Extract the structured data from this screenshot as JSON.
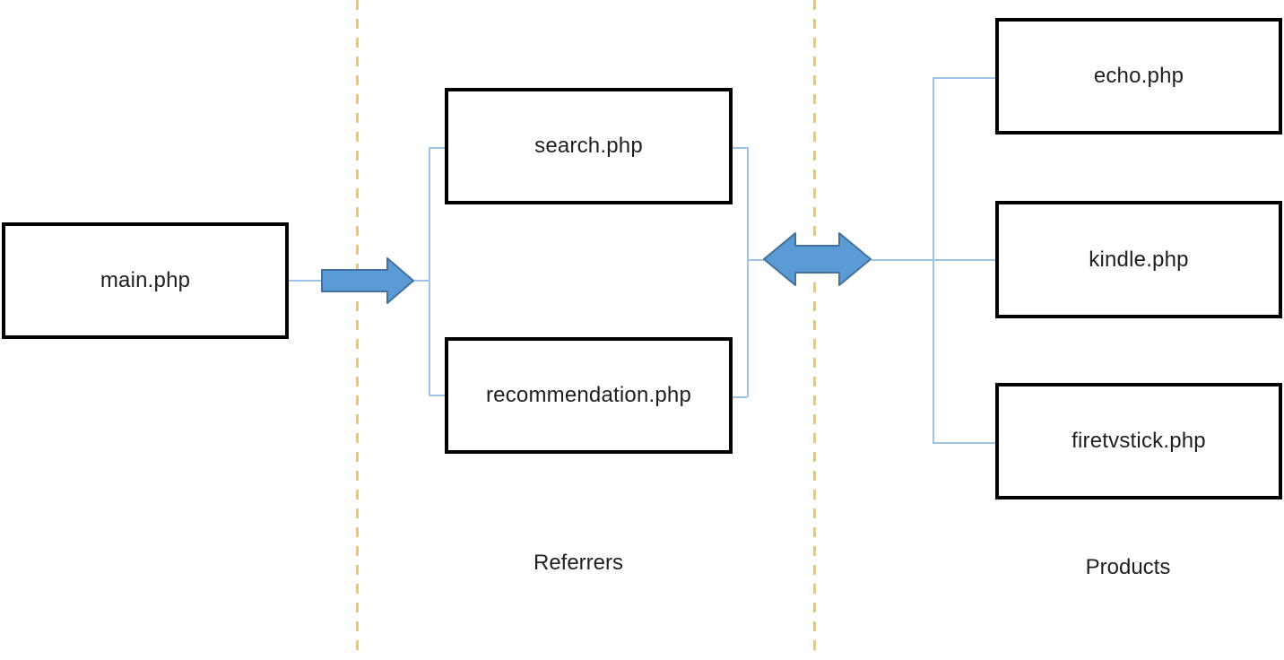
{
  "diagram": {
    "nodes": {
      "main": {
        "label": "main.php"
      },
      "search": {
        "label": "search.php"
      },
      "recommendation": {
        "label": "recommendation.php"
      },
      "echo": {
        "label": "echo.php"
      },
      "kindle": {
        "label": "kindle.php"
      },
      "firetvstick": {
        "label": "firetvstick.php"
      }
    },
    "group_labels": {
      "referrers": "Referrers",
      "products": "Products"
    },
    "icons": {
      "flow_arrow": "right-arrow-icon",
      "sync_arrow": "bidirectional-arrow-icon"
    },
    "colors": {
      "arrow_fill": "#5B9BD5",
      "arrow_stroke": "#41719C",
      "connector": "#9DC3E6",
      "dashed_line": "#F2C661",
      "box_border": "#000000",
      "text": "#1f1f1f",
      "canvas_bg": "#ffffff"
    }
  }
}
